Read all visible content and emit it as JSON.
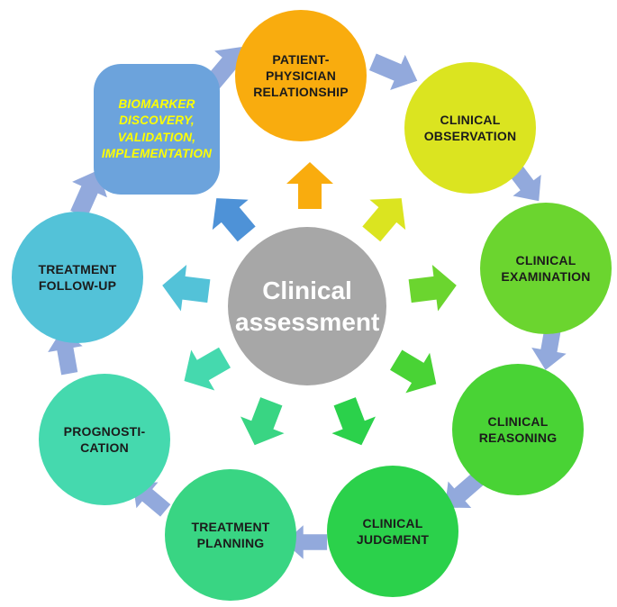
{
  "figure": {
    "background_color": "#FFFFFF",
    "connector_arrow_color": "#92A9DC",
    "node_text_color": "#1B1B1B",
    "center_node": {
      "id": "clinical-assessment",
      "label": "Clinical assessment",
      "color": "#A7A7A7",
      "text_color": "#FFFFFF"
    },
    "nodes": [
      {
        "id": "patient-physician-relationship",
        "label": "PATIENT-PHYSICIAN RELATIONSHIP",
        "color": "#F9AC0E"
      },
      {
        "id": "clinical-observation",
        "label": "CLINICAL OBSERVATION",
        "color": "#DBE420"
      },
      {
        "id": "clinical-examination",
        "label": "CLINICAL EXAMINATION",
        "color": "#6BD52F"
      },
      {
        "id": "clinical-reasoning",
        "label": "CLINICAL REASONING",
        "color": "#49D335"
      },
      {
        "id": "clinical-judgment",
        "label": "CLINICAL JUDGMENT",
        "color": "#2BD14B"
      },
      {
        "id": "treatment-planning",
        "label": "TREATMENT PLANNING",
        "color": "#39D583"
      },
      {
        "id": "prognostication",
        "label": "PROGNOSTI-CATION",
        "color": "#45D9AE"
      },
      {
        "id": "treatment-follow-up",
        "label": "TREATMENT FOLLOW-UP",
        "color": "#53C2D8"
      },
      {
        "id": "biomarker-discovery-validation-implementation",
        "label": "BIOMARKER DISCOVERY, VALIDATION, IMPLEMENTATION",
        "color": "#6CA3DC",
        "text_color": "#FFFF00",
        "arrow_color": "#4E92D7"
      }
    ]
  }
}
